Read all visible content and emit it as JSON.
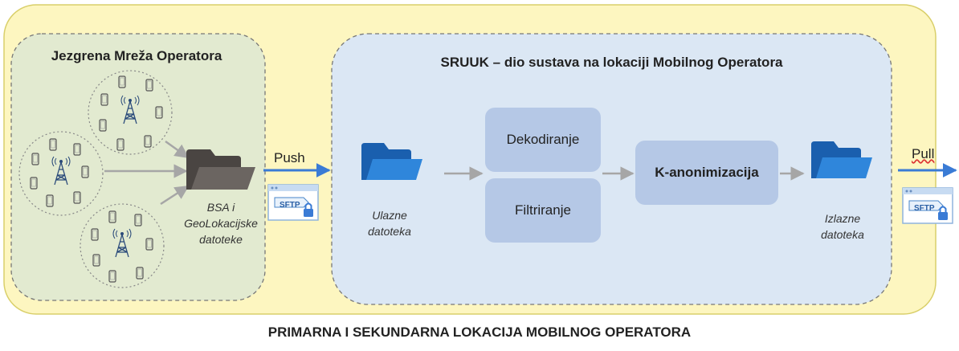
{
  "core": {
    "title": "Jezgrena Mreža Operatora"
  },
  "sruuk": {
    "title": "SRUUK – dio sustava na lokaciji Mobilnog Operatora"
  },
  "bsa_label": [
    "BSA i",
    "GeoLokacijske",
    "datoteke"
  ],
  "input_label": [
    "Ulazne",
    "datoteka"
  ],
  "output_label": [
    "Izlazne",
    "datoteka"
  ],
  "steps": {
    "decode": "Dekodiranje",
    "filter": "Filtriranje",
    "kanon": "K-anonimizacija"
  },
  "push_label": "Push",
  "pull_label": "Pull",
  "sftp_label": "SFTP",
  "footer": "PRIMARNA I SEKUNDARNA LOKACIJA MOBILNOG OPERATORA",
  "colors": {
    "outer_bg": "#fdf6c0",
    "outer_border": "#d9cf6a",
    "core_bg": "#e2ead0",
    "sruuk_bg": "#dbe7f4",
    "step_bg": "#b5c8e6",
    "folder_blue": "#1e6fc4",
    "folder_gray": "#5a5450",
    "arrow_gray": "#a6a6a6",
    "arrow_blue": "#3a7bd5"
  },
  "icons": [
    "cell-tower-icon",
    "mobile-device-icon",
    "folder-icon",
    "sftp-window-icon",
    "lock-icon"
  ]
}
